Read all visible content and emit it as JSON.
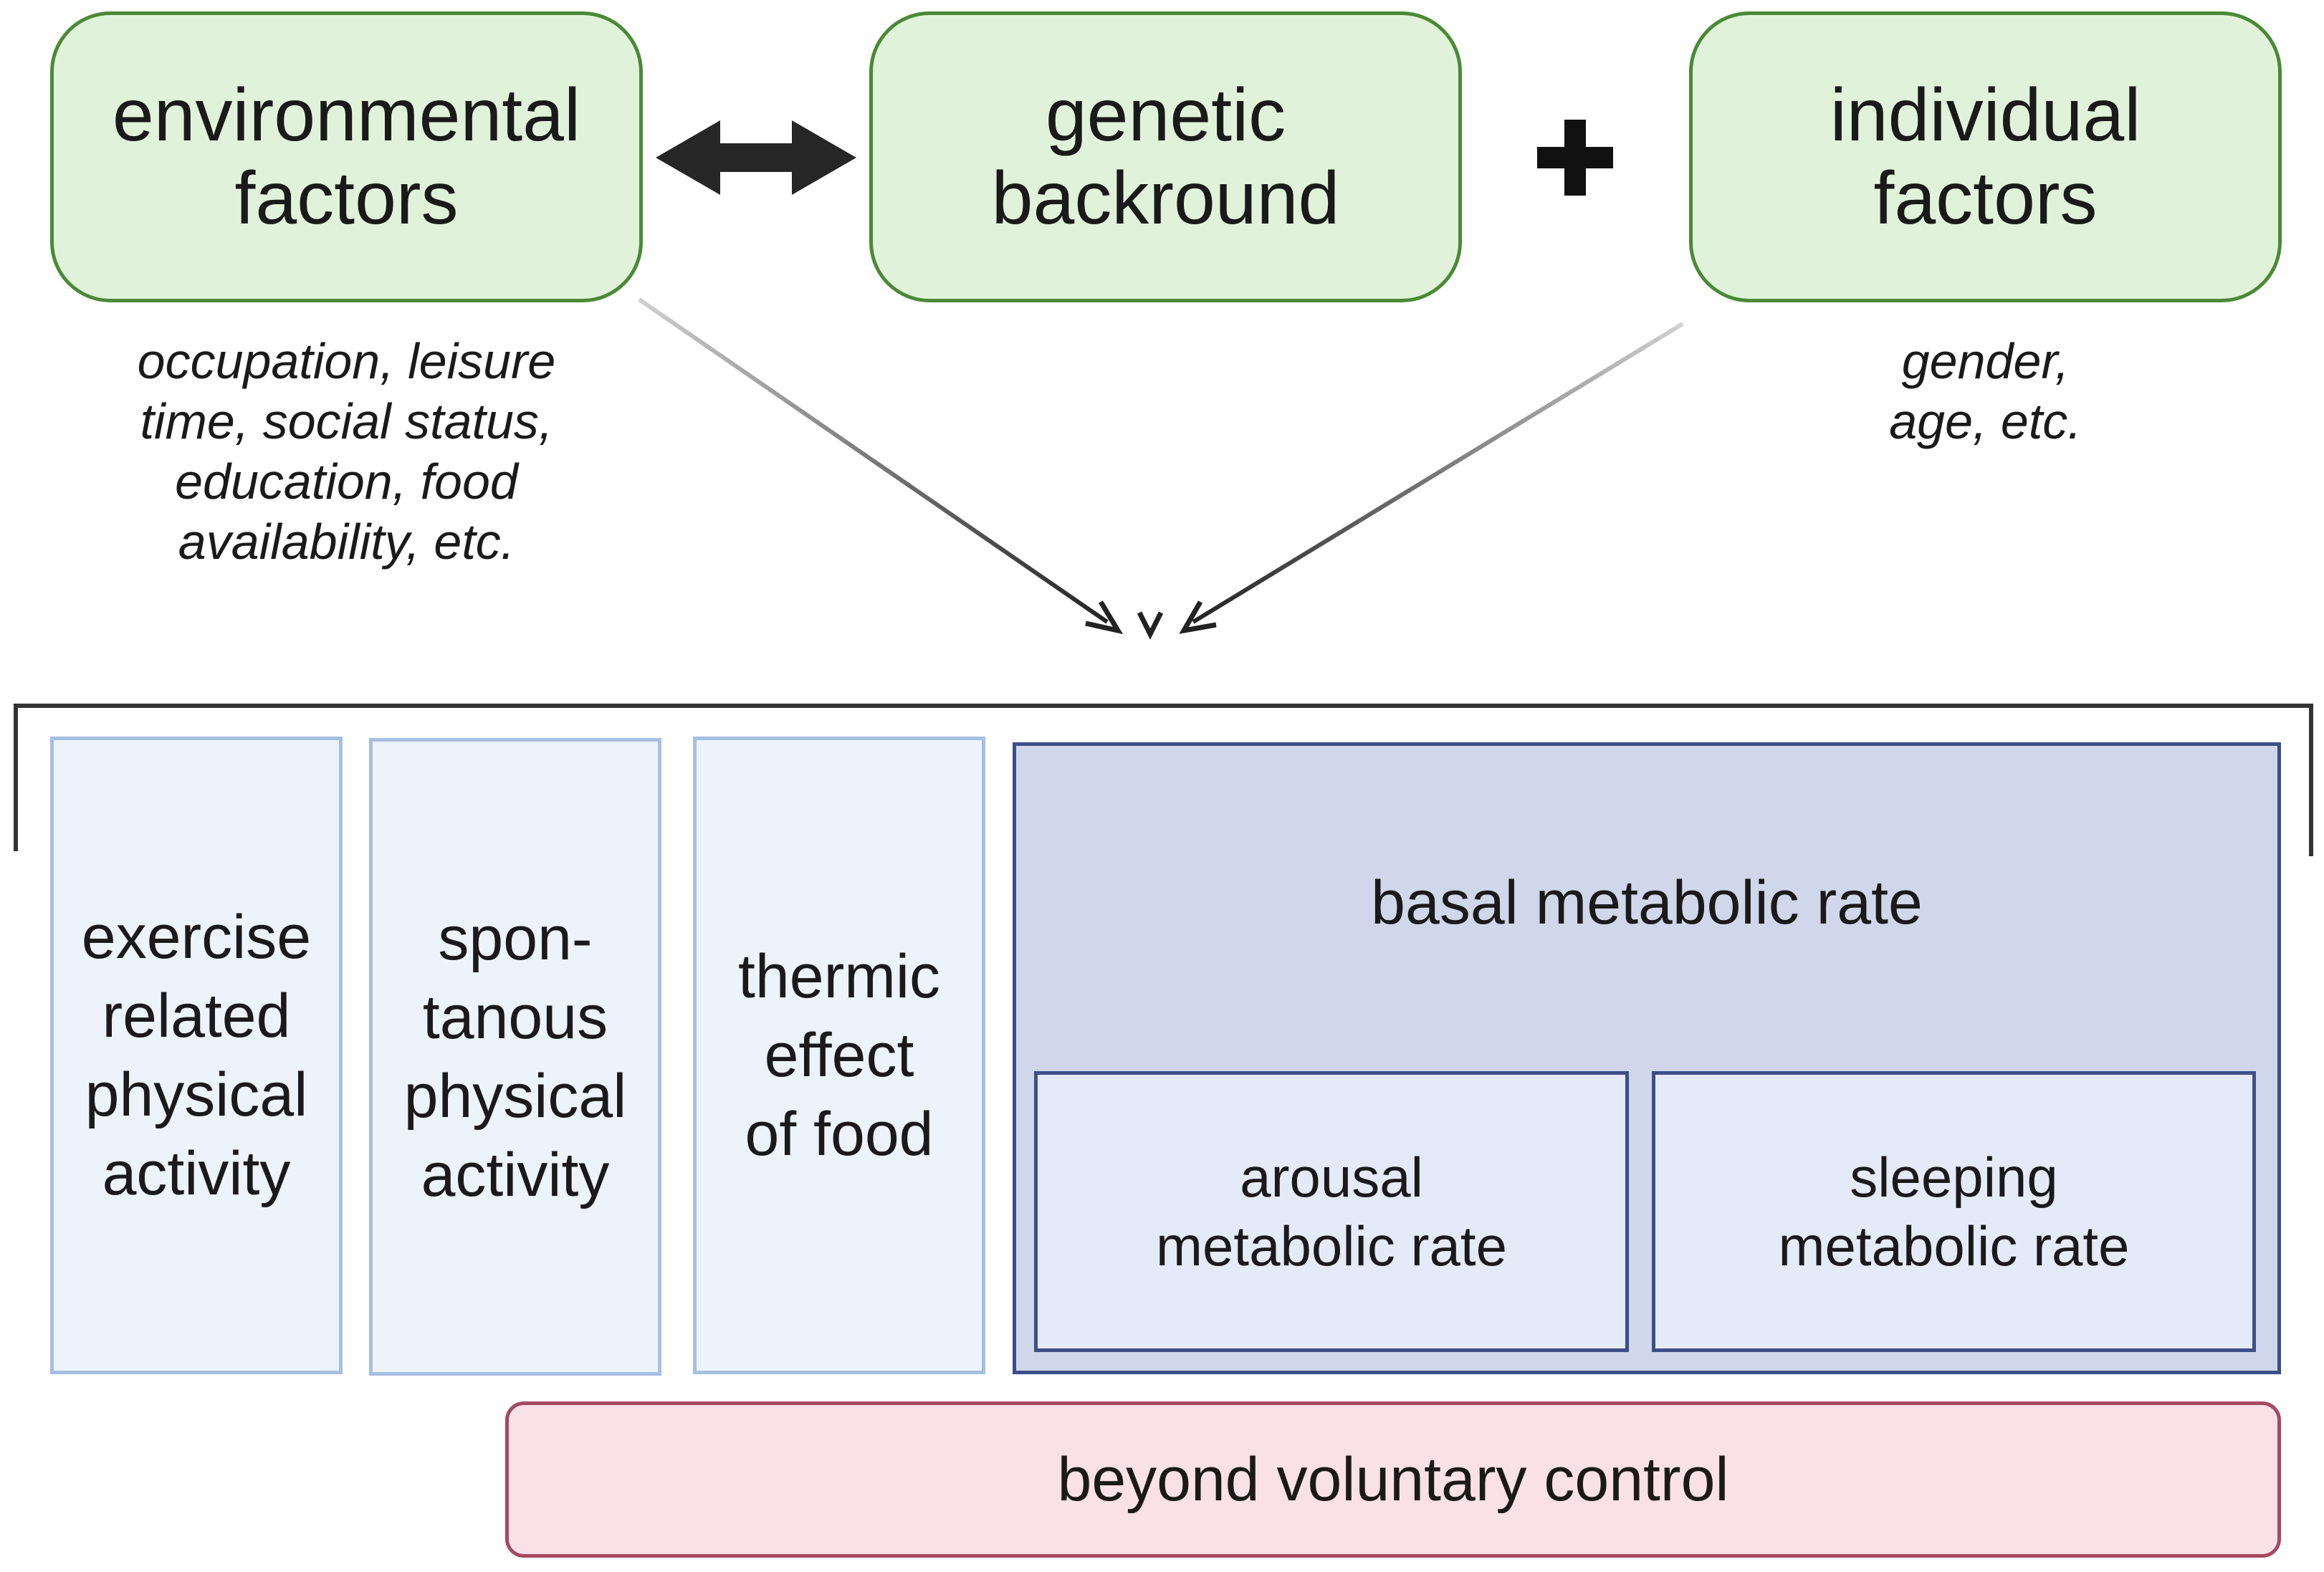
{
  "factors": {
    "environmental": "environmental\nfactors",
    "genetic": "genetic\nbackround",
    "individual": "individual\nfactors"
  },
  "notes": {
    "environmental": "occupation, leisure\ntime, social status,\neducation, food\navailability, etc.",
    "individual": "gender,\nage, etc."
  },
  "operators": {
    "plus": "+"
  },
  "components": {
    "exercise": "exercise\nrelated\nphysical\nactivity",
    "spontaneous": "spon-\ntanous\nphysical\nactivity",
    "thermic": "thermic\neffect\nof food",
    "bmr": {
      "title": "basal metabolic rate",
      "arousal": "arousal\nmetabolic rate",
      "sleeping": "sleeping\nmetabolic rate"
    }
  },
  "beyond": "beyond voluntary control",
  "colors": {
    "factor_fill": "#e0f3da",
    "factor_border": "#4a8a36",
    "component_fill": "#edf3fb",
    "component_border": "#a6bfe2",
    "bmr_fill": "#d0d7ea",
    "bmr_border": "#3d4f88",
    "beyond_fill": "#f9e1e7",
    "beyond_border": "#a44a62"
  }
}
